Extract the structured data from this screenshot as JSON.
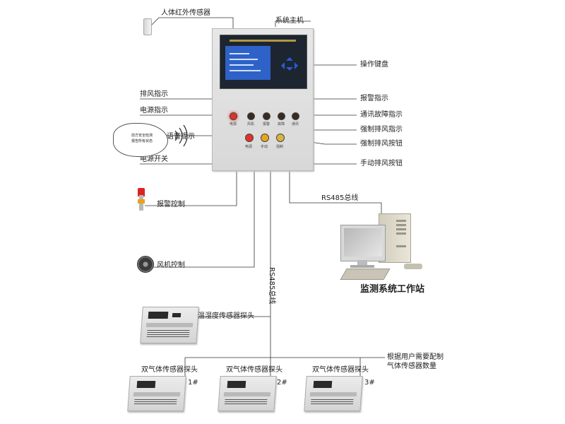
{
  "labels": {
    "ir_sensor": "人体红外传感器",
    "host": "系统主机",
    "keyboard": "操作键盘",
    "exhaust_indicator": "排风指示",
    "alarm_indicator": "报警指示",
    "power_indicator": "电源指示",
    "comm_fault_indicator": "通讯故障指示",
    "forced_exhaust_indicator": "强制排风指示",
    "voice_prompt": "语音提示",
    "forced_exhaust_button": "强制排风按钮",
    "power_switch": "电源开关",
    "manual_exhaust_button": "手动排风按钮",
    "rs485_bus_top": "RS485总线",
    "alarm_control": "报警控制",
    "workstation": "监测系统工作站",
    "fan_control": "风机控制",
    "rs485_bus_vertical": "RS485总线",
    "temp_humidity_probe": "温湿度传感器探头",
    "dual_gas_probe_1": "双气体传感器探头",
    "dual_gas_probe_2": "双气体传感器探头",
    "dual_gas_probe_3": "双气体传感器探头",
    "probe_num_1": "1#",
    "probe_num_2": "2#",
    "probe_num_3": "3#",
    "config_note_line1": "根据用户需要配制",
    "config_note_line2": "气体传感器数量"
  },
  "host_panel": {
    "led_labels_row1": [
      "电源",
      "风机",
      "报警",
      "故障",
      "通讯"
    ],
    "button_labels_row2": [
      "电源",
      "手动",
      "强制"
    ]
  },
  "speech_bubble": {
    "line1": "前方安全检测",
    "line2": "报告所有状态"
  },
  "colors": {
    "line": "#333333",
    "panel": "#dedede",
    "screen": "#2f62c8",
    "led_red": "#e0322a",
    "led_amber": "#e7a51f",
    "led_green": "#46b045"
  },
  "icons": [
    "ir-sensor-icon",
    "alarm-light-icon",
    "fan-icon",
    "sound-wave-icon",
    "computer-icon"
  ]
}
